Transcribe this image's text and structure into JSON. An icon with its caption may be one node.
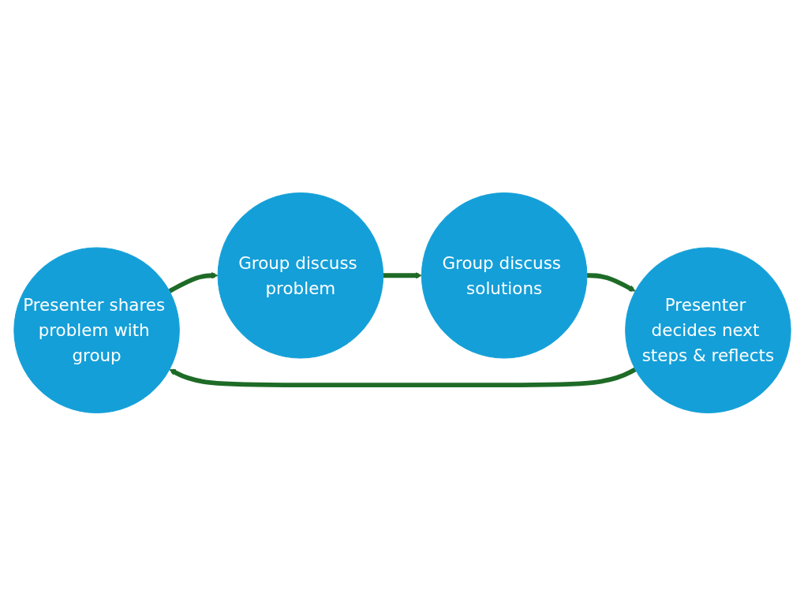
{
  "diagram": {
    "nodes": [
      {
        "text": [
          "Presenter shares problem with group"
        ]
      },
      {
        "text": [
          "Group discuss problem"
        ]
      },
      {
        "text": [
          "Group discuss solutions"
        ]
      },
      {
        "text": [
          "Presenter decides next steps & reflects"
        ]
      }
    ],
    "edges": [
      {
        "from": 0,
        "to": 1,
        "arrow": "to"
      },
      {
        "from": 1,
        "to": 2,
        "arrow": "to"
      },
      {
        "from": 2,
        "to": 3,
        "arrow": "to"
      },
      {
        "from": 3,
        "to": 0,
        "arrow": "to"
      }
    ]
  }
}
